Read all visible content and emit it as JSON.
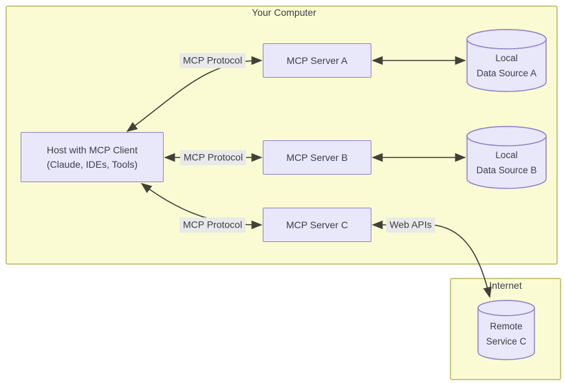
{
  "diagram": {
    "containers": {
      "your_computer": {
        "title": "Your Computer"
      },
      "internet": {
        "title": "Internet"
      }
    },
    "nodes": {
      "host": {
        "line1": "Host with MCP Client",
        "line2": "(Claude, IDEs, Tools)"
      },
      "server_a": {
        "label": "MCP Server A"
      },
      "server_b": {
        "label": "MCP Server B"
      },
      "server_c": {
        "label": "MCP Server C"
      },
      "data_source_a": {
        "line1": "Local",
        "line2": "Data Source A"
      },
      "data_source_b": {
        "line1": "Local",
        "line2": "Data Source B"
      },
      "remote_service_c": {
        "line1": "Remote",
        "line2": "Service C"
      }
    },
    "edge_labels": {
      "protocol_a": "MCP Protocol",
      "protocol_b": "MCP Protocol",
      "protocol_c": "MCP Protocol",
      "web_apis": "Web APIs"
    },
    "colors": {
      "container_fill": "#fbfbd3",
      "container_border": "#c9c985",
      "node_fill": "#e9e7fa",
      "node_border": "#8f82c9",
      "edge_label_bg": "#e9e9e9",
      "arrow": "#41413a",
      "text": "#3d4047",
      "background": "#ffffff"
    }
  }
}
